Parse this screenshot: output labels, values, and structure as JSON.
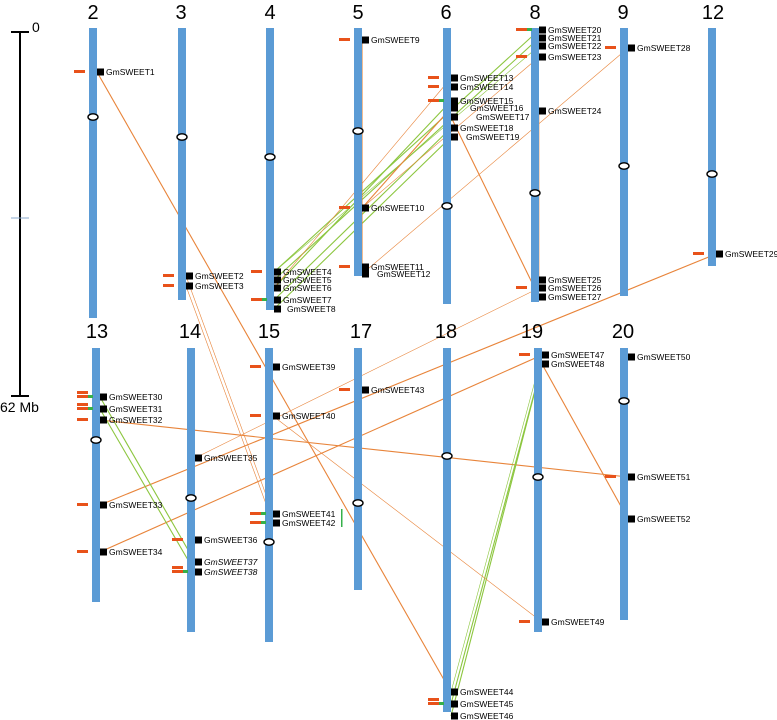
{
  "scale": {
    "top_label": "0",
    "bottom_label": "62 Mb"
  },
  "colors": {
    "chromosome": "#5b9bd5",
    "tandem": "#e8521a",
    "segmental": "#36b04a",
    "link_orange": "#e8843a",
    "link_green": "#8cc63f",
    "marker": "#000000"
  },
  "chromosomes": [
    {
      "id": "c2",
      "label": "2"
    },
    {
      "id": "c3",
      "label": "3"
    },
    {
      "id": "c4",
      "label": "4"
    },
    {
      "id": "c5",
      "label": "5"
    },
    {
      "id": "c6",
      "label": "6"
    },
    {
      "id": "c8",
      "label": "8"
    },
    {
      "id": "c9",
      "label": "9"
    },
    {
      "id": "c12",
      "label": "12"
    },
    {
      "id": "c13",
      "label": "13"
    },
    {
      "id": "c14",
      "label": "14"
    },
    {
      "id": "c15",
      "label": "15"
    },
    {
      "id": "c17",
      "label": "17"
    },
    {
      "id": "c18",
      "label": "18"
    },
    {
      "id": "c19",
      "label": "19"
    },
    {
      "id": "c20",
      "label": "20"
    }
  ],
  "genes": [
    {
      "id": "g1",
      "label": "GmSWEET1"
    },
    {
      "id": "g2",
      "label": "GmSWEET2"
    },
    {
      "id": "g3",
      "label": "GmSWEET3"
    },
    {
      "id": "g4",
      "label": "GmSWEET4"
    },
    {
      "id": "g5",
      "label": "GmSWEET5"
    },
    {
      "id": "g6",
      "label": "GmSWEET6"
    },
    {
      "id": "g7",
      "label": "GmSWEET7"
    },
    {
      "id": "g8",
      "label": "GmSWEET8"
    },
    {
      "id": "g9",
      "label": "GmSWEET9"
    },
    {
      "id": "g10",
      "label": "GmSWEET10"
    },
    {
      "id": "g11",
      "label": "GmSWEET11"
    },
    {
      "id": "g12",
      "label": "GmSWEET12"
    },
    {
      "id": "g13",
      "label": "GmSWEET13"
    },
    {
      "id": "g14",
      "label": "GmSWEET14"
    },
    {
      "id": "g15",
      "label": "GmSWEET15"
    },
    {
      "id": "g16",
      "label": "GmSWEET16"
    },
    {
      "id": "g17",
      "label": "GmSWEET17"
    },
    {
      "id": "g18",
      "label": "GmSWEET18"
    },
    {
      "id": "g19",
      "label": "GmSWEET19"
    },
    {
      "id": "g20",
      "label": "GmSWEET20"
    },
    {
      "id": "g21",
      "label": "GmSWEET21"
    },
    {
      "id": "g22",
      "label": "GmSWEET22"
    },
    {
      "id": "g23",
      "label": "GmSWEET23"
    },
    {
      "id": "g24",
      "label": "GmSWEET24"
    },
    {
      "id": "g25",
      "label": "GmSWEET25"
    },
    {
      "id": "g26",
      "label": "GmSWEET26"
    },
    {
      "id": "g27",
      "label": "GmSWEET27"
    },
    {
      "id": "g28",
      "label": "GmSWEET28"
    },
    {
      "id": "g29",
      "label": "GmSWEET29"
    },
    {
      "id": "g30",
      "label": "GmSWEET30"
    },
    {
      "id": "g31",
      "label": "GmSWEET31"
    },
    {
      "id": "g32",
      "label": "GmSWEET32"
    },
    {
      "id": "g33",
      "label": "GmSWEET33"
    },
    {
      "id": "g34",
      "label": "GmSWEET34"
    },
    {
      "id": "g35",
      "label": "GmSWEET35"
    },
    {
      "id": "g36",
      "label": "GmSWEET36"
    },
    {
      "id": "g37",
      "label": "GmSWEET37"
    },
    {
      "id": "g38",
      "label": "GmSWEET38"
    },
    {
      "id": "g39",
      "label": "GmSWEET39"
    },
    {
      "id": "g40",
      "label": "GmSWEET40"
    },
    {
      "id": "g41",
      "label": "GmSWEET41"
    },
    {
      "id": "g42",
      "label": "GmSWEET42"
    },
    {
      "id": "g43",
      "label": "GmSWEET43"
    },
    {
      "id": "g44",
      "label": "GmSWEET44"
    },
    {
      "id": "g45",
      "label": "GmSWEET45"
    },
    {
      "id": "g46",
      "label": "GmSWEET46"
    },
    {
      "id": "g47",
      "label": "GmSWEET47"
    },
    {
      "id": "g48",
      "label": "GmSWEET48"
    },
    {
      "id": "g49",
      "label": "GmSWEET49"
    },
    {
      "id": "g50",
      "label": "GmSWEET50"
    },
    {
      "id": "g51",
      "label": "GmSWEET51"
    },
    {
      "id": "g52",
      "label": "GmSWEET52"
    }
  ]
}
